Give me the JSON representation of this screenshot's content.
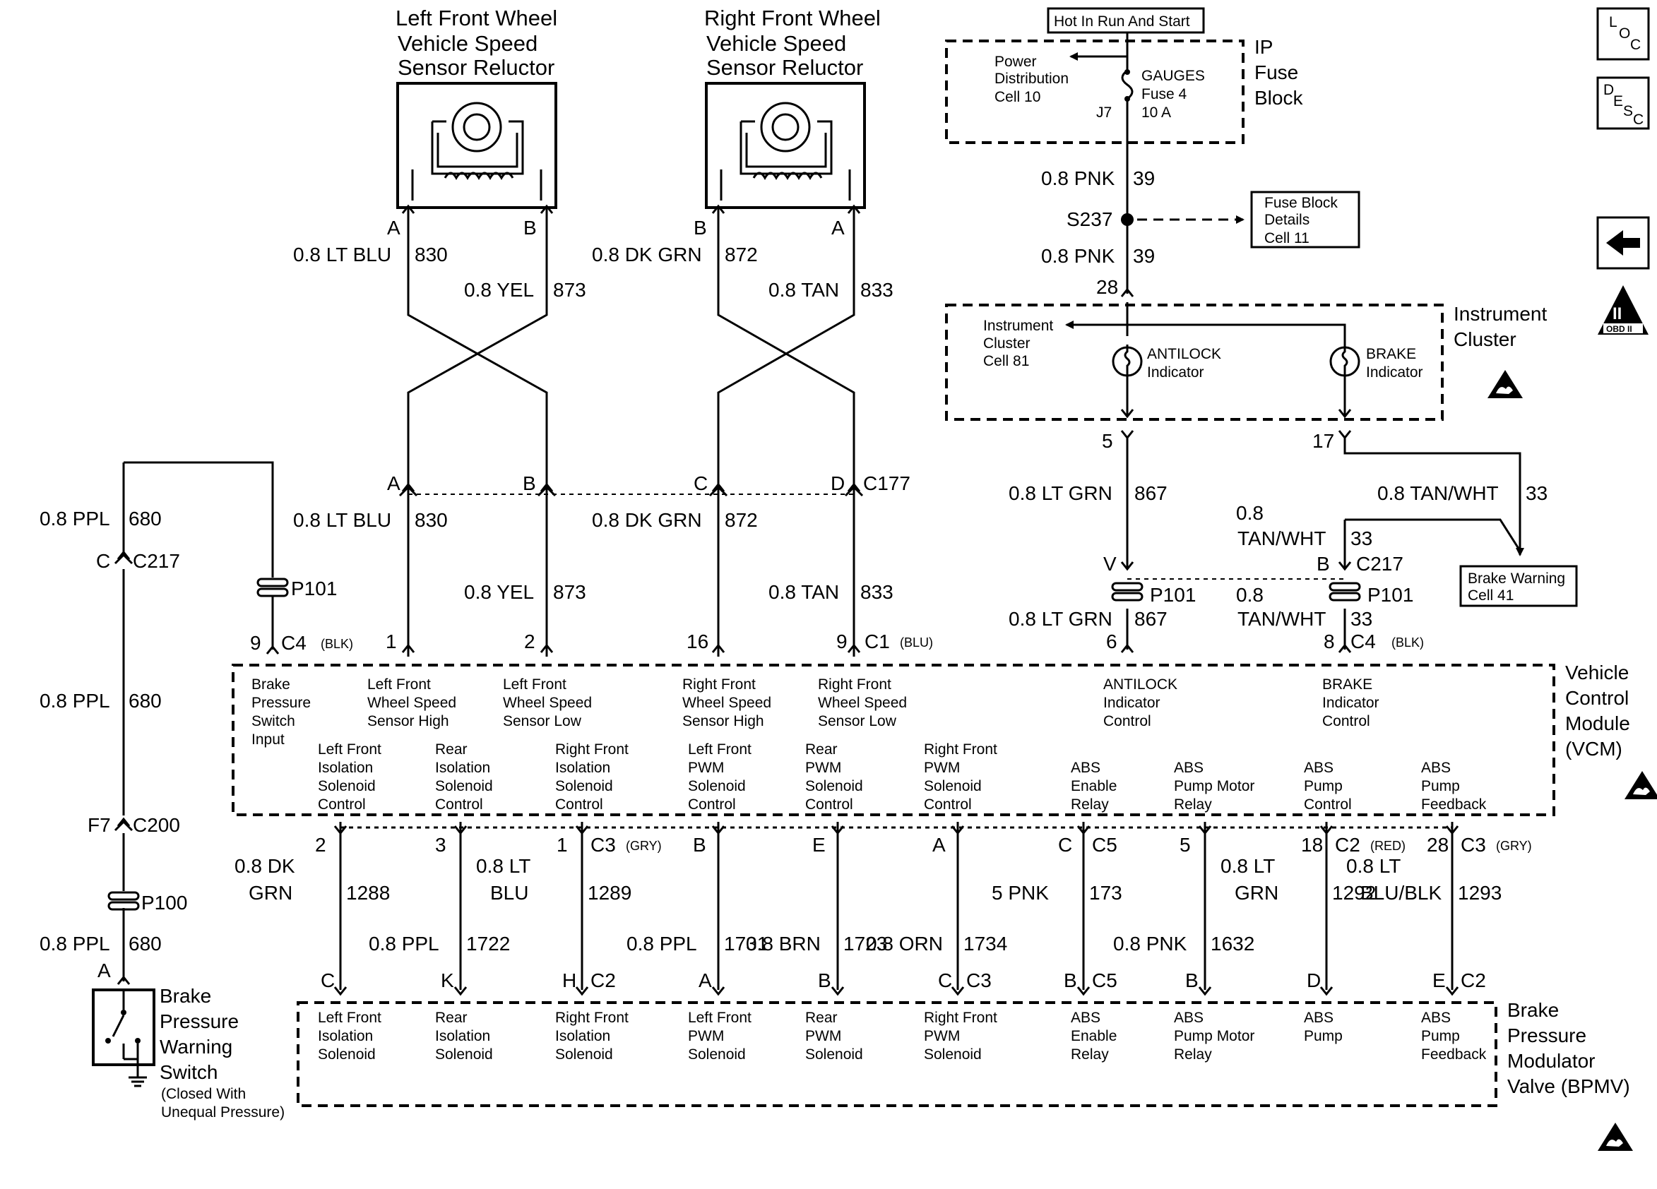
{
  "nav": {
    "loc": [
      "L",
      "O",
      "C"
    ],
    "desc": [
      "D",
      "E",
      "S",
      "C"
    ],
    "obd": [
      "II",
      "OBD II"
    ]
  },
  "hot_label": "Hot In Run And Start",
  "ip_fuse_block": {
    "title": [
      "IP",
      "Fuse",
      "Block"
    ],
    "power_dist": [
      "Power",
      "Distribution",
      "Cell 10"
    ],
    "fuse": [
      "GAUGES",
      "Fuse 4",
      "10 A"
    ],
    "pin": "J7"
  },
  "fuse_details": [
    "Fuse Block",
    "Details",
    "Cell 11"
  ],
  "splice": "S237",
  "pnk_wire": [
    "0.8 PNK",
    "39"
  ],
  "cluster": {
    "title": [
      "Instrument",
      "Cluster"
    ],
    "cell": [
      "Instrument",
      "Cluster",
      "Cell 81"
    ],
    "antilock": [
      "ANTILOCK",
      "Indicator"
    ],
    "brake": [
      "BRAKE",
      "Indicator"
    ],
    "pins": [
      "28",
      "5",
      "17"
    ]
  },
  "brake_warning": [
    "Brake Warning",
    "Cell 41"
  ],
  "sensors": {
    "left": [
      "Left Front Wheel",
      "Vehicle Speed",
      "Sensor Reluctor"
    ],
    "right": [
      "Right Front Wheel",
      "Vehicle Speed",
      "Sensor Reluctor"
    ]
  },
  "sensor_pins": [
    "A",
    "B",
    "B",
    "A"
  ],
  "c177_pins": [
    "A",
    "B",
    "C",
    "D"
  ],
  "c177": "C177",
  "wires_top": [
    {
      "size": "0.8 LT BLU",
      "circuit": "830"
    },
    {
      "size": "0.8 YEL",
      "circuit": "873"
    },
    {
      "size": "0.8 DK GRN",
      "circuit": "872"
    },
    {
      "size": "0.8 TAN",
      "circuit": "833"
    }
  ],
  "c1_pins": [
    "1",
    "2",
    "16",
    "9"
  ],
  "c1": "C1",
  "c1_color": "(BLU)",
  "ppl_wire": {
    "size": "0.8 PPL",
    "circuit": "680"
  },
  "c217_left": [
    "C",
    "C217"
  ],
  "p101": "P101",
  "c4_left": [
    "9",
    "C4",
    "(BLK)"
  ],
  "f7_c200": [
    "F7",
    "C200"
  ],
  "p100": "P100",
  "switch_pin": "A",
  "switch_label": [
    "Brake",
    "Pressure",
    "Warning",
    "Switch",
    "(Closed With",
    "Unequal Pressure)"
  ],
  "right_wires": {
    "ltgrn": {
      "size": "0.8 LT GRN",
      "circuit": "867"
    },
    "tanwht": {
      "size": "0.8 TAN/WHT",
      "circuit": "33"
    },
    "tanwht_split": [
      "0.8",
      "TAN/WHT",
      "33"
    ],
    "v_pin": "V",
    "b_pin": "B",
    "c217": "C217",
    "p101": "P101",
    "c4_pins": [
      "6",
      "8"
    ],
    "c4": "C4",
    "c4_color": "(BLK)"
  },
  "vcm": {
    "title": [
      "Vehicle",
      "Control",
      "Module",
      "(VCM)"
    ],
    "row1": [
      [
        "Brake",
        "Pressure",
        "Switch",
        "Input"
      ],
      [
        "Left Front",
        "Wheel Speed",
        "Sensor High"
      ],
      [
        "Left Front",
        "Wheel Speed",
        "Sensor Low"
      ],
      [
        "Right Front",
        "Wheel Speed",
        "Sensor High"
      ],
      [
        "Right Front",
        "Wheel Speed",
        "Sensor Low"
      ],
      [
        "ANTILOCK",
        "Indicator",
        "Control"
      ],
      [
        "BRAKE",
        "Indicator",
        "Control"
      ]
    ],
    "row2": [
      [
        "Left Front",
        "Isolation",
        "Solenoid",
        "Control"
      ],
      [
        "Rear",
        "Isolation",
        "Solenoid",
        "Control"
      ],
      [
        "Right Front",
        "Isolation",
        "Solenoid",
        "Control"
      ],
      [
        "Left Front",
        "PWM",
        "Solenoid",
        "Control"
      ],
      [
        "Rear",
        "PWM",
        "Solenoid",
        "Control"
      ],
      [
        "Right Front",
        "PWM",
        "Solenoid",
        "Control"
      ],
      [
        "ABS",
        "Enable",
        "Relay"
      ],
      [
        "ABS",
        "Pump Motor",
        "Relay"
      ],
      [
        "ABS",
        "Pump",
        "Control"
      ],
      [
        "ABS",
        "Pump",
        "Feedback"
      ]
    ]
  },
  "vcm_bottom_pins": [
    {
      "pin": "2"
    },
    {
      "pin": "3"
    },
    {
      "pin": "1",
      "conn": "C3",
      "color": "(GRY)"
    },
    {
      "pin": "B"
    },
    {
      "pin": "E"
    },
    {
      "pin": "A"
    },
    {
      "pin": "C",
      "conn": "C5"
    },
    {
      "pin": "5"
    },
    {
      "pin": "18",
      "conn": "C2",
      "color": "(RED)"
    },
    {
      "pin": "28",
      "conn": "C3",
      "color": "(GRY)"
    }
  ],
  "bottom_wires": [
    {
      "size": [
        "0.8 DK",
        "GRN"
      ],
      "circuit": "1288"
    },
    {
      "size": [
        "0.8 PPL"
      ],
      "circuit": "1722"
    },
    {
      "size": [
        "0.8 LT",
        "BLU"
      ],
      "circuit": "1289"
    },
    {
      "size": [
        "0.8 PPL"
      ],
      "circuit": "1731"
    },
    {
      "size": [
        "0.8 BRN"
      ],
      "circuit": "1723"
    },
    {
      "size": [
        "0.8 ORN"
      ],
      "circuit": "1734"
    },
    {
      "size": [
        "5 PNK"
      ],
      "circuit": "173"
    },
    {
      "size": [
        "0.8 PNK"
      ],
      "circuit": "1632"
    },
    {
      "size": [
        "0.8 LT",
        "GRN"
      ],
      "circuit": "1292"
    },
    {
      "size": [
        "0.8 LT",
        "BLU/BLK"
      ],
      "circuit": "1293"
    }
  ],
  "bpmv_pins": [
    {
      "pin": "C"
    },
    {
      "pin": "K"
    },
    {
      "pin": "H",
      "conn": "C2"
    },
    {
      "pin": "A"
    },
    {
      "pin": "B"
    },
    {
      "pin": "C",
      "conn": "C3"
    },
    {
      "pin": "B",
      "conn": "C5"
    },
    {
      "pin": "B"
    },
    {
      "pin": "D"
    },
    {
      "pin": "E",
      "conn": "C2"
    }
  ],
  "bpmv": {
    "title": [
      "Brake",
      "Pressure",
      "Modulator",
      "Valve (BPMV)"
    ],
    "items": [
      [
        "Left Front",
        "Isolation",
        "Solenoid"
      ],
      [
        "Rear",
        "Isolation",
        "Solenoid"
      ],
      [
        "Right Front",
        "Isolation",
        "Solenoid"
      ],
      [
        "Left Front",
        "PWM",
        "Solenoid"
      ],
      [
        "Rear",
        "PWM",
        "Solenoid"
      ],
      [
        "Right Front",
        "PWM",
        "Solenoid"
      ],
      [
        "ABS",
        "Enable",
        "Relay"
      ],
      [
        "ABS",
        "Pump Motor",
        "Relay"
      ],
      [
        "ABS",
        "Pump"
      ],
      [
        "ABS",
        "Pump",
        "Feedback"
      ]
    ]
  }
}
